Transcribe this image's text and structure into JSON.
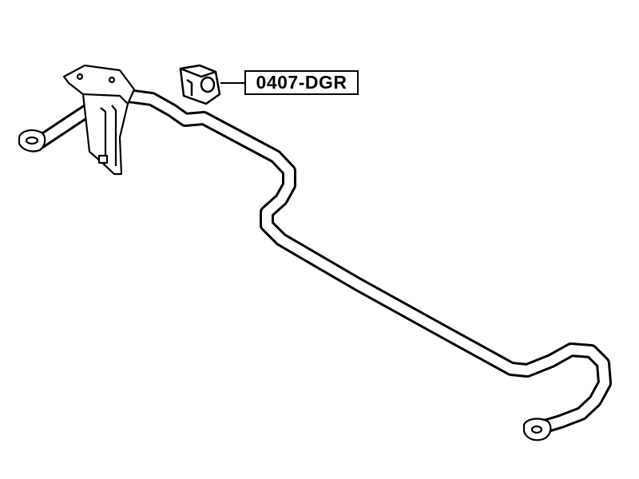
{
  "diagram": {
    "part_number": "0407-DGR",
    "colors": {
      "line": "#000000",
      "background": "#ffffff"
    },
    "components": [
      "stabilizer-bar",
      "mounting-bracket",
      "bushing",
      "end-links"
    ]
  }
}
